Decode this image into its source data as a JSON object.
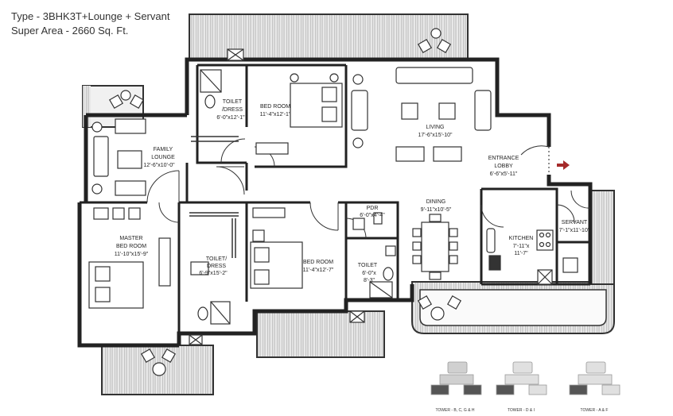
{
  "header": {
    "type_line": "Type - 3BHK3T+Lounge + Servant",
    "area_line": "Super Area - 2660  Sq. Ft."
  },
  "rooms": {
    "toilet_dress_1": {
      "name_1": "TOILET",
      "name_2": "/DRESS",
      "dims": "6'-0\"x12'-1\""
    },
    "bed_room_1": {
      "name": "BED ROOM",
      "dims": "11'-4\"x12'-1\""
    },
    "living": {
      "name": "LIVING",
      "dims": "17'-6\"x15'-10\""
    },
    "family_lounge": {
      "name_1": "FAMILY",
      "name_2": "LOUNGE",
      "dims": "12'-6\"x10'-0\""
    },
    "entrance_lobby": {
      "name_1": "ENTRANCE",
      "name_2": "LOBBY",
      "dims": "6'-6\"x5'-11\""
    },
    "pdr": {
      "name": "PDR",
      "dims": "6'-0\"x4'-4\""
    },
    "dining": {
      "name": "DINING",
      "dims": "9'-11\"x10'-5\""
    },
    "servant": {
      "name": "SERVANT",
      "dims": "7'-1\"x11'-10\""
    },
    "master_bed_room": {
      "name_1": "MASTER",
      "name_2": "BED ROOM",
      "dims": "11'-10\"x15'-9\""
    },
    "toilet_dress_2": {
      "name_1": "TOILET/",
      "name_2": "DRESS",
      "dims": "6'-9\"x15'-2\""
    },
    "bed_room_2": {
      "name": "BED ROOM",
      "dims": "11'-4\"x12'-7\""
    },
    "kitchen": {
      "name": "KITCHEN",
      "dims_1": "7'-11\"x",
      "dims_2": "11'-7\""
    },
    "toilet_3": {
      "name": "TOILET",
      "dims_1": "6'-0\"x",
      "dims_2": "8'-3\""
    }
  },
  "key_plans": [
    {
      "caption": "TOWER - B, C, G & H"
    },
    {
      "caption": "TOWER - D & I"
    },
    {
      "caption": "TOWER - A & F"
    }
  ],
  "colors": {
    "wall": "#222222",
    "balcony": "#e6e6e6",
    "entry_arrow": "#a52a2a"
  }
}
